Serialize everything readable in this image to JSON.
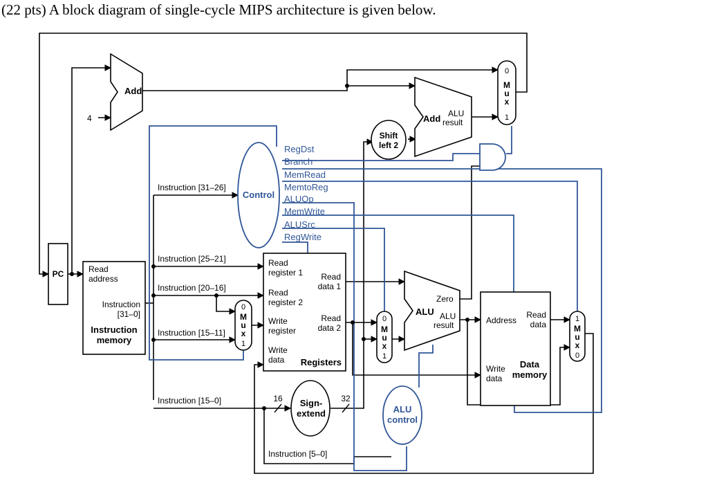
{
  "heading": "(22 pts) A block diagram of single-cycle MIPS architecture is given below.",
  "colors": {
    "datapath": "#000000",
    "control": "#2f5597",
    "control_fill": "#ffffff"
  },
  "diagram": {
    "adder_pc": {
      "label": "Add",
      "const_in": "4"
    },
    "adder_branch": {
      "label_add": "Add",
      "label_alu": "ALU",
      "label_result": "result"
    },
    "shift": {
      "line1": "Shift",
      "line2": "left 2"
    },
    "pc": {
      "label": "PC"
    },
    "imem": {
      "read_address_1": "Read",
      "read_address_2": "address",
      "instr_1": "Instruction",
      "instr_2": "[31–0]",
      "title_1": "Instruction",
      "title_2": "memory"
    },
    "control": {
      "label": "Control",
      "signals": [
        "RegDst",
        "Branch",
        "MemRead",
        "MemtoReg",
        "ALUOp",
        "MemWrite",
        "ALUSrc",
        "RegWrite"
      ]
    },
    "instr_fields": {
      "f31_26": "Instruction [31–26]",
      "f25_21": "Instruction [25–21]",
      "f20_16": "Instruction [20–16]",
      "f15_11": "Instruction [15–11]",
      "f15_0": "Instruction [15–0]",
      "f5_0": "Instruction [5–0]"
    },
    "registers": {
      "read_reg1_a": "Read",
      "read_reg1_b": "register 1",
      "read_reg2_a": "Read",
      "read_reg2_b": "register 2",
      "write_reg_a": "Write",
      "write_reg_b": "register",
      "write_data_a": "Write",
      "write_data_b": "data",
      "read_data1_a": "Read",
      "read_data1_b": "data 1",
      "read_data2_a": "Read",
      "read_data2_b": "data 2",
      "title": "Registers"
    },
    "alu": {
      "label": "ALU",
      "zero": "Zero",
      "result_a": "ALU",
      "result_b": "result"
    },
    "sign_extend": {
      "line1": "Sign-",
      "line2": "extend",
      "in_bits": "16",
      "out_bits": "32"
    },
    "alu_control": {
      "line1": "ALU",
      "line2": "control"
    },
    "dmem": {
      "address": "Address",
      "read_a": "Read",
      "read_b": "data",
      "write_a": "Write",
      "write_b": "data",
      "title_1": "Data",
      "title_2": "memory"
    },
    "mux": {
      "letters": [
        "M",
        "u",
        "x"
      ],
      "in0": "0",
      "in1": "1"
    }
  }
}
